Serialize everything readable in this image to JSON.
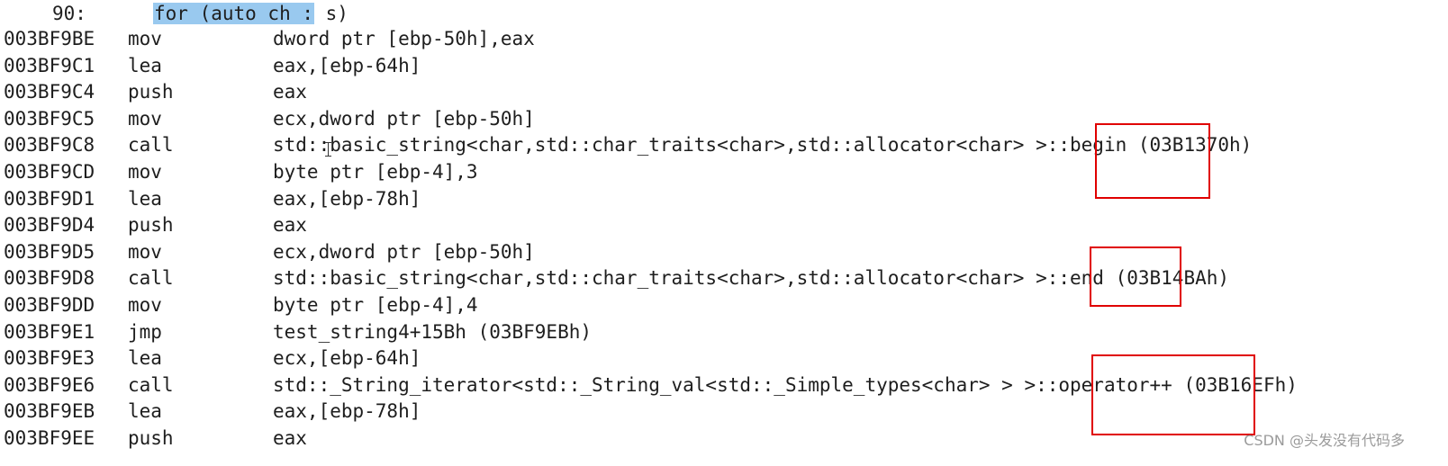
{
  "source_line": {
    "number": "90:",
    "code_highlighted": "for (auto ch :",
    "code_rest": " s)"
  },
  "instructions": [
    {
      "address": "003BF9BE",
      "mnemonic": "mov",
      "operands": "dword ptr [ebp-50h],eax"
    },
    {
      "address": "003BF9C1",
      "mnemonic": "lea",
      "operands": "eax,[ebp-64h]"
    },
    {
      "address": "003BF9C4",
      "mnemonic": "push",
      "operands": "eax"
    },
    {
      "address": "003BF9C5",
      "mnemonic": "mov",
      "operands": "ecx,dword ptr [ebp-50h]"
    },
    {
      "address": "003BF9C8",
      "mnemonic": "call",
      "operands": "std::basic_string<char,std::char_traits<char>,std::allocator<char> >::begin (03B1370h)"
    },
    {
      "address": "003BF9CD",
      "mnemonic": "mov",
      "operands": "byte ptr [ebp-4],3"
    },
    {
      "address": "003BF9D1",
      "mnemonic": "lea",
      "operands": "eax,[ebp-78h]"
    },
    {
      "address": "003BF9D4",
      "mnemonic": "push",
      "operands": "eax"
    },
    {
      "address": "003BF9D5",
      "mnemonic": "mov",
      "operands": "ecx,dword ptr [ebp-50h]"
    },
    {
      "address": "003BF9D8",
      "mnemonic": "call",
      "operands": "std::basic_string<char,std::char_traits<char>,std::allocator<char> >::end (03B14BAh)"
    },
    {
      "address": "003BF9DD",
      "mnemonic": "mov",
      "operands": "byte ptr [ebp-4],4"
    },
    {
      "address": "003BF9E1",
      "mnemonic": "jmp",
      "operands": "test_string4+15Bh (03BF9EBh)"
    },
    {
      "address": "003BF9E3",
      "mnemonic": "lea",
      "operands": "ecx,[ebp-64h]"
    },
    {
      "address": "003BF9E6",
      "mnemonic": "call",
      "operands": "std::_String_iterator<std::_String_val<std::_Simple_types<char> > >::operator++ (03B16EFh)"
    },
    {
      "address": "003BF9EB",
      "mnemonic": "lea",
      "operands": "eax,[ebp-78h]"
    },
    {
      "address": "003BF9EE",
      "mnemonic": "push",
      "operands": "eax"
    }
  ],
  "annotation_color": "#e00000",
  "highlight_color": "#99c9ef",
  "watermark": "CSDN @头发没有代码多"
}
